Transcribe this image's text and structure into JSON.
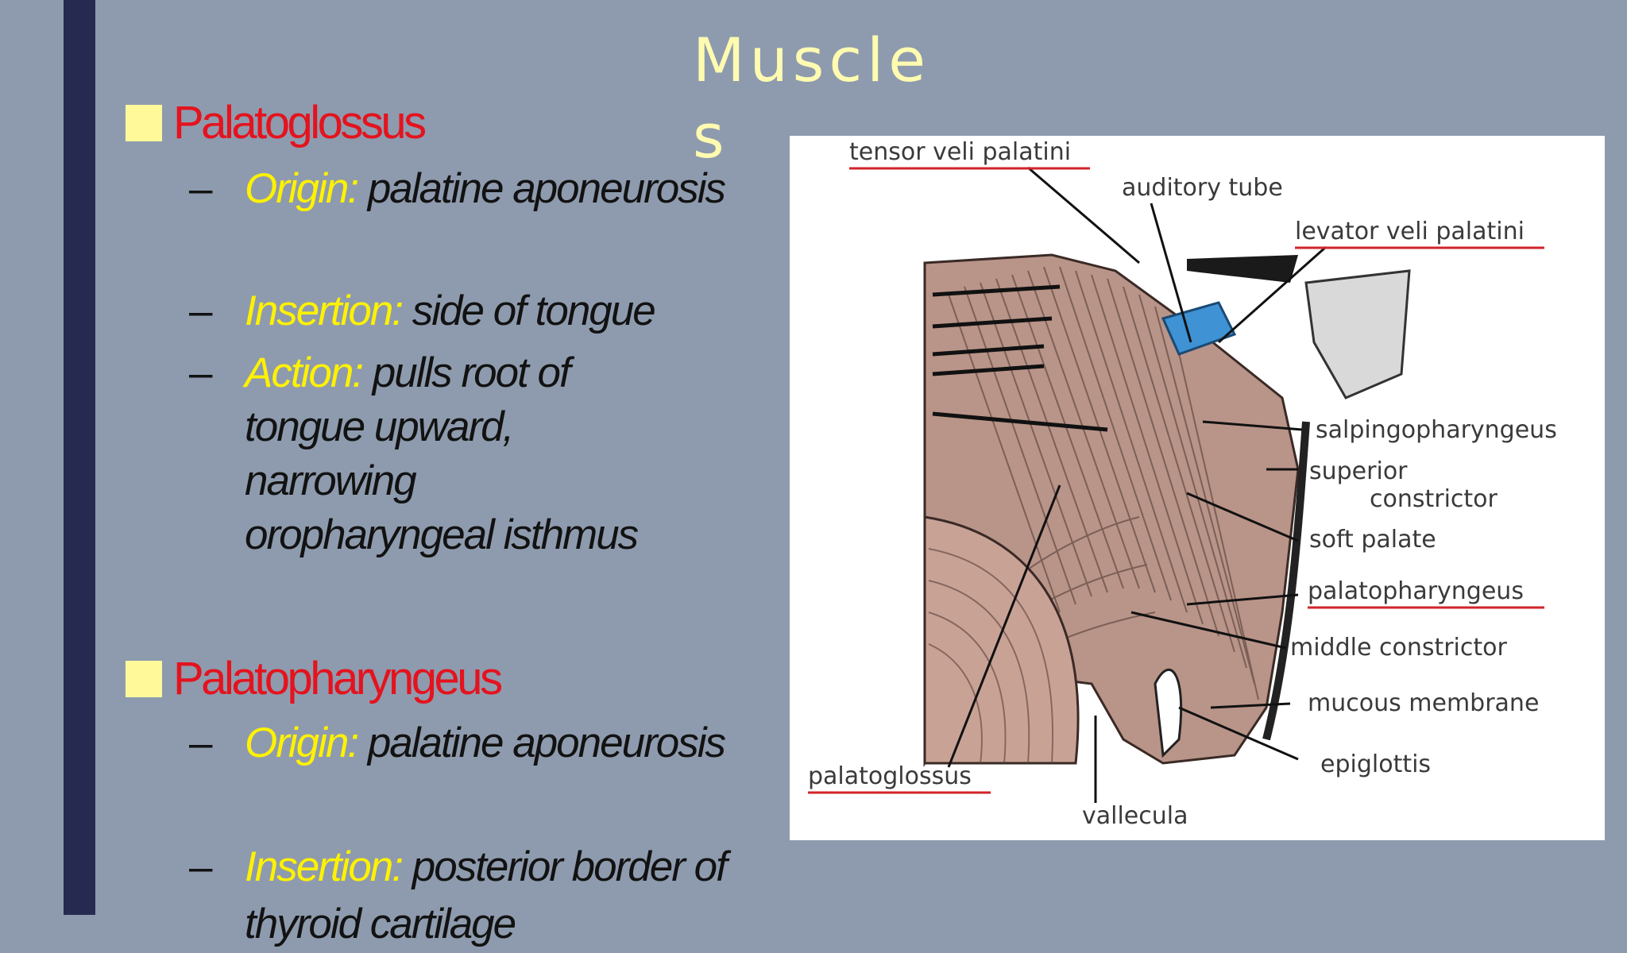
{
  "slide": {
    "title": "Muscles",
    "sections": [
      {
        "heading": "Palatoglossus",
        "items": [
          {
            "label": "Origin:",
            "text": " palatine aponeurosis"
          },
          {
            "label": "Insertion:",
            "text": " side of tongue"
          },
          {
            "label": "Action:",
            "text": " pulls root of tongue upward, narrowing oropharyngeal isthmus"
          }
        ]
      },
      {
        "heading": "Palatopharyngeus",
        "items": [
          {
            "label": "Origin:",
            "text": " palatine aponeurosis"
          },
          {
            "label": "Insertion:",
            "text": " posterior border of thyroid cartilage"
          }
        ]
      }
    ]
  },
  "diagram": {
    "labels": {
      "tensor": "tensor veli palatini",
      "auditory": "auditory tube",
      "levator": "levator veli palatini",
      "salpingo": "salpingopharyngeus",
      "superior1": "superior",
      "superior2": "constrictor",
      "soft_palate": "soft palate",
      "palatopharyngeus": "palatopharyngeus",
      "middle": "middle constrictor",
      "mucous": "mucous membrane",
      "epiglottis": "epiglottis",
      "palatoglossus": "palatoglossus",
      "vallecula": "vallecula"
    },
    "colors": {
      "muscle": "#b99488",
      "tube": "#3f92d3",
      "underline": "#d2242a"
    }
  }
}
